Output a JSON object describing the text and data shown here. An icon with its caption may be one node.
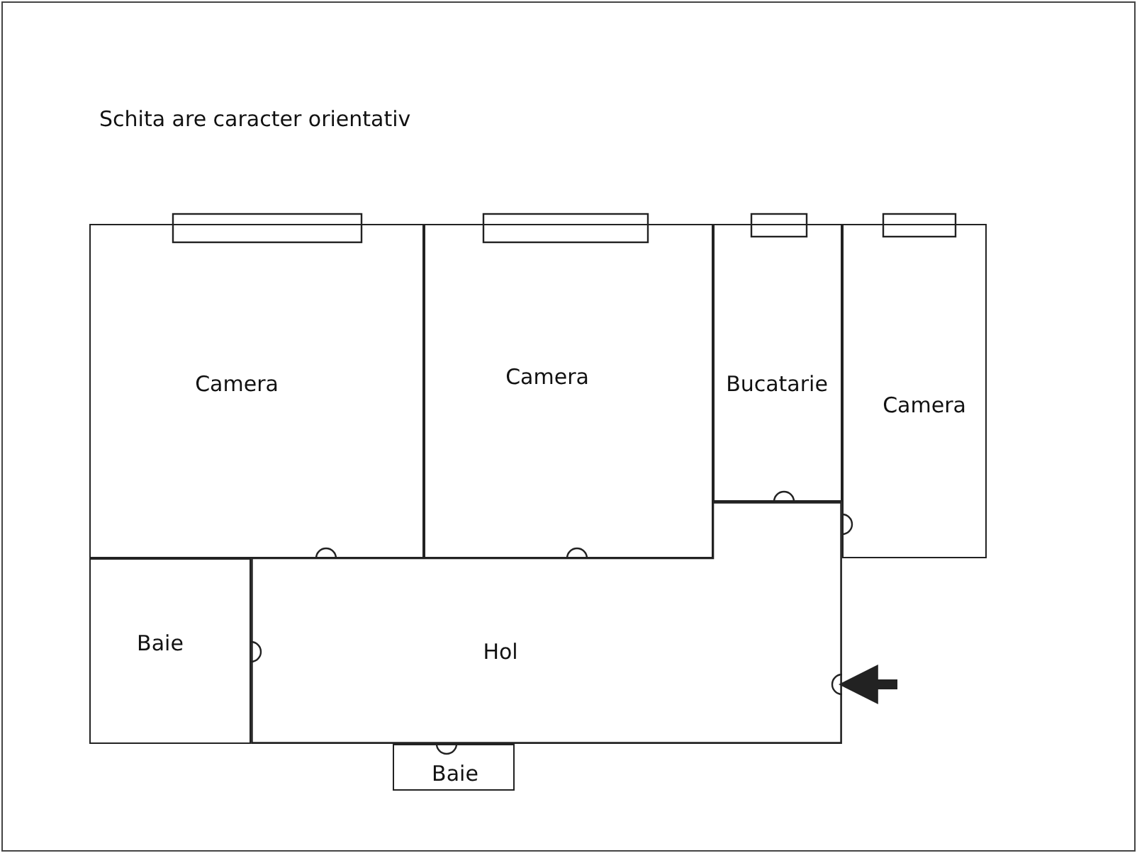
{
  "diagram": {
    "nodes": [
      {
        "text": [
          "Camera"
        ]
      },
      {
        "text": [
          "Camera"
        ]
      },
      {
        "text": [
          "Bucatarie"
        ]
      },
      {
        "text": [
          "Camera"
        ]
      },
      {
        "text": [
          "Baie"
        ]
      },
      {
        "text": [
          "Hol"
        ]
      },
      {
        "text": [
          "Baie"
        ]
      }
    ],
    "edges": [
      {
        "from": null,
        "to": 5,
        "arrow": "to"
      }
    ],
    "labels": [
      "Schita are caracter orientativ"
    ]
  }
}
